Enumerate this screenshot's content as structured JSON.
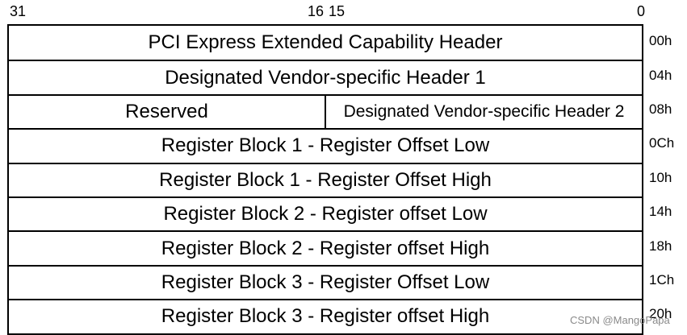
{
  "bits": {
    "b31": "31",
    "b16": "16",
    "b15": "15",
    "b0": "0"
  },
  "rows": [
    {
      "cells": [
        "PCI Express Extended Capability Header"
      ],
      "offset": "00h"
    },
    {
      "cells": [
        "Designated Vendor-specific Header 1"
      ],
      "offset": "04h"
    },
    {
      "cells": [
        "Reserved",
        "Designated Vendor-specific Header 2"
      ],
      "offset": "08h"
    },
    {
      "cells": [
        "Register Block 1 - Register Offset Low"
      ],
      "offset": "0Ch"
    },
    {
      "cells": [
        "Register Block 1 - Register Offset High"
      ],
      "offset": "10h"
    },
    {
      "cells": [
        "Register Block 2 - Register offset Low"
      ],
      "offset": "14h"
    },
    {
      "cells": [
        "Register Block 2 - Register offset High"
      ],
      "offset": "18h"
    },
    {
      "cells": [
        "Register Block 3 - Register Offset Low"
      ],
      "offset": "1Ch"
    },
    {
      "cells": [
        "Register Block 3 - Register offset High"
      ],
      "offset": "20h"
    }
  ],
  "watermark": "CSDN @MangoPapa"
}
